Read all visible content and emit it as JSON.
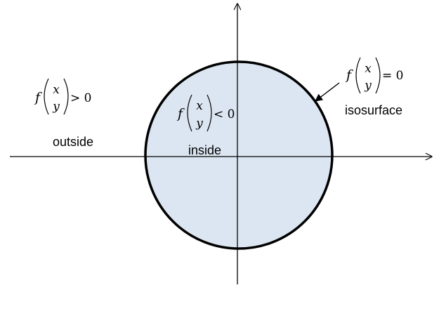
{
  "colors": {
    "fill": "#dce6f2",
    "stroke": "#000000"
  },
  "regions": {
    "outside": {
      "label": "outside",
      "func": "f",
      "top": "x",
      "bottom": "y",
      "relation": "> 0"
    },
    "inside": {
      "label": "inside",
      "func": "f",
      "top": "x",
      "bottom": "y",
      "relation": "< 0"
    },
    "isosurface": {
      "label": "isosurface",
      "func": "f",
      "top": "x",
      "bottom": "y",
      "relation": "= 0"
    }
  }
}
